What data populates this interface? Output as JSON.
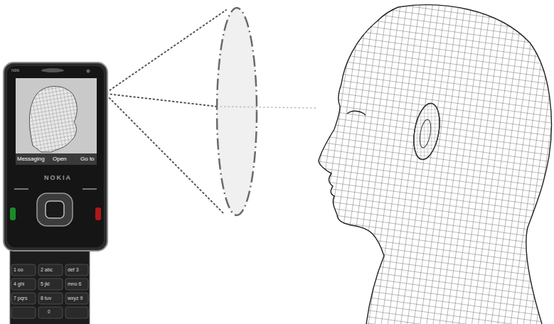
{
  "diagram": {
    "labels": [
      "N96",
      "Messaging",
      "Open",
      "Go to",
      "NOKIA",
      "1 oo",
      "2 abc",
      "def 3",
      "4 ghi",
      "5 jkl",
      "mno 6",
      "7 pqrs",
      "8 tuv",
      "wxyz 9",
      "0"
    ]
  }
}
